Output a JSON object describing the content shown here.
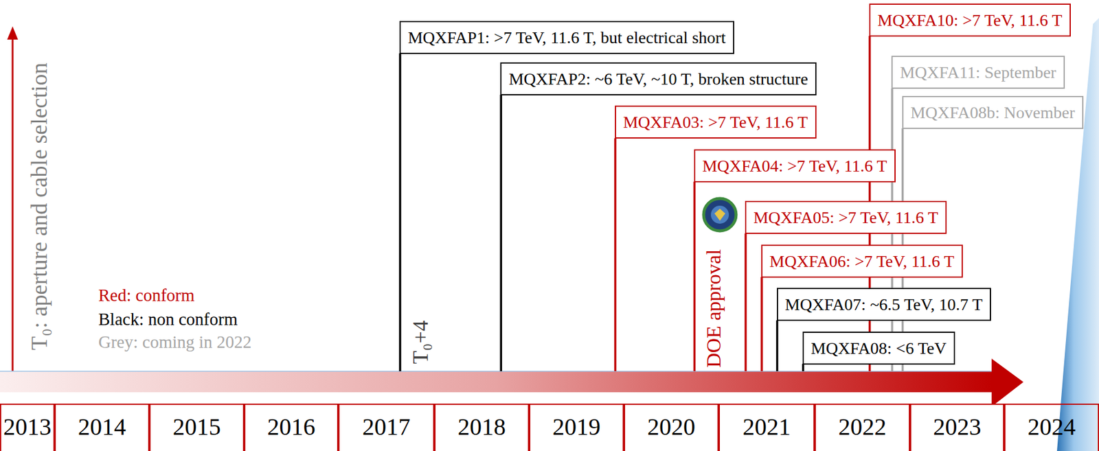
{
  "diagram": {
    "nodes": [
      {
        "text": [
          "MQXFAP1: >7 TeV, 11.6 T, but electrical short"
        ]
      },
      {
        "text": [
          "MQXFAP2: ~6 TeV, ~10 T, broken structure"
        ]
      },
      {
        "text": [
          "MQXFA03: >7 TeV, 11.6 T"
        ]
      },
      {
        "text": [
          "MQXFA04: >7 TeV, 11.6 T"
        ]
      },
      {
        "text": [
          "MQXFA05: >7 TeV, 11.6 T"
        ]
      },
      {
        "text": [
          "MQXFA06: >7 TeV, 11.6 T"
        ]
      },
      {
        "text": [
          "MQXFA07: ~6.5 TeV, 10.7 T"
        ]
      },
      {
        "text": [
          "MQXFA08: <6 TeV"
        ]
      },
      {
        "text": [
          "MQXFA10: >7 TeV, 11.6 T"
        ]
      },
      {
        "text": [
          "MQXFA11: September"
        ]
      },
      {
        "text": [
          "MQXFA08b: November"
        ]
      }
    ],
    "labels": [
      "T₀: aperture and cable selection",
      "T₀+4",
      "DOE approval",
      "2013",
      "2014",
      "2015",
      "2016",
      "2017",
      "2018",
      "2019",
      "2020",
      "2021",
      "2022",
      "2023",
      "2024"
    ],
    "legend": [
      {
        "text": "Red: conform",
        "color": "#c00000"
      },
      {
        "text": "Black: non conform",
        "color": "#000000"
      },
      {
        "text": "Grey: coming in 2022",
        "color": "#a6a6a6"
      }
    ]
  }
}
